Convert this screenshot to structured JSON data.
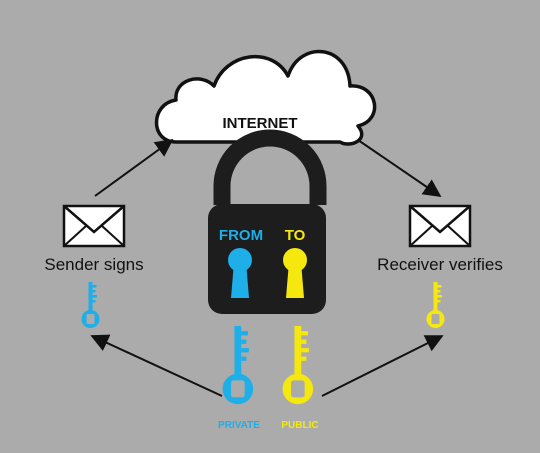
{
  "cloud": {
    "label": "INTERNET"
  },
  "sender": {
    "label": "Sender signs"
  },
  "receiver": {
    "label": "Receiver verifies"
  },
  "lock": {
    "from_label": "FROM",
    "to_label": "TO"
  },
  "keys": {
    "private_label": "PRIVATE",
    "public_label": "PUBLIC"
  },
  "colors": {
    "background": "#ababab",
    "private_key": "#1eaee8",
    "public_key": "#f5e80f",
    "lock_body": "#1d1d1d",
    "ink": "#111111"
  }
}
